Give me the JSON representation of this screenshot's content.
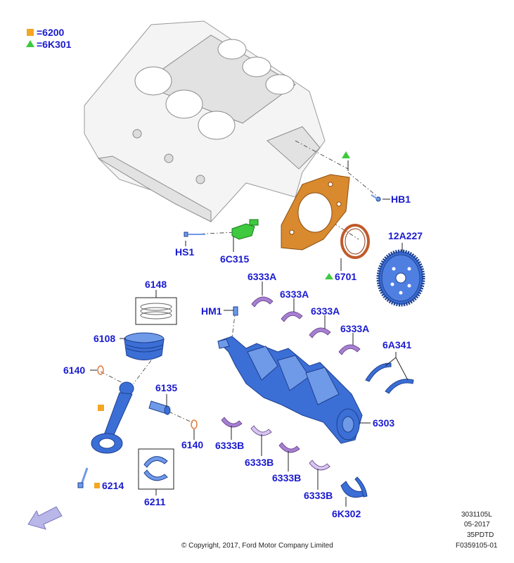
{
  "legend": {
    "square_code": "=6200",
    "triangle_code": "=6K301"
  },
  "labels": {
    "hb1": "HB1",
    "hs1": "HS1",
    "sensor": "6C315",
    "flexplate": "12A227",
    "rear_seal": "6701",
    "bearing_a1": "6333A",
    "bearing_a2": "6333A",
    "bearing_a3": "6333A",
    "bearing_a4": "6333A",
    "hm1": "HM1",
    "rings": "6148",
    "piston": "6108",
    "clip_left": "6140",
    "pin": "6135",
    "clip_right": "6140",
    "thrust": "6A341",
    "crank": "6303",
    "bearing_b1": "6333B",
    "bearing_b2": "6333B",
    "bearing_b3": "6333B",
    "bearing_b4": "6333B",
    "rod_bolt": "6214",
    "rod_bearing": "6211",
    "thrust_lower": "6K302"
  },
  "footer": {
    "copyright": "© Copyright, 2017, Ford Motor Company Limited",
    "code1": "3031105L",
    "date": "05-2017",
    "code2": "35PDTD",
    "code3": "F0359105-01"
  },
  "colors": {
    "label_blue": "#1a1ad0",
    "legend_square": "#f5a623",
    "legend_triangle": "#3ec93e",
    "part_blue": "#3b6fd6",
    "bearing_purple": "#a77fd0",
    "cover_orange": "#d98a2e"
  }
}
